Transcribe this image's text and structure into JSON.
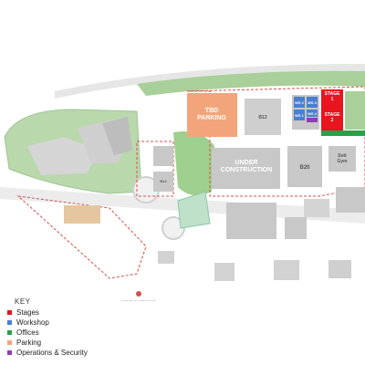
{
  "map": {
    "labels": {
      "tbd_parking": "TBD\nPARKING",
      "under_construction": "UNDER\nCONSTRUCTION",
      "stage_1": "STAGE\n1",
      "stage_2": "STAGE\n2",
      "ws_2": "WS 2",
      "ws_3": "WS 3",
      "ws_1": "WS 1",
      "ws_4": "WS 4",
      "b20": "B20",
      "gym": "Sett\nGym",
      "station": "WEMBLEY STADIUM\nTRAIN STATION",
      "b_top": "B13",
      "b_mid": "B12"
    },
    "colors": {
      "stages": "#e8141e",
      "workshop": "#4a7fd0",
      "offices": "#2c9e4a",
      "parking": "#f2a57a",
      "ops": "#8c3fb0",
      "building": "#c8c8c8",
      "green": "#a9cf9a",
      "boundary": "#d0524c"
    }
  },
  "legend": {
    "title": "KEY",
    "items": [
      {
        "label": "Stages",
        "color": "#e8141e"
      },
      {
        "label": "Workshop",
        "color": "#4a7fd0"
      },
      {
        "label": "Offices",
        "color": "#2c9e4a"
      },
      {
        "label": "Parking",
        "color": "#f2a57a"
      },
      {
        "label": "Operations & Security",
        "color": "#8c3fb0"
      }
    ]
  }
}
